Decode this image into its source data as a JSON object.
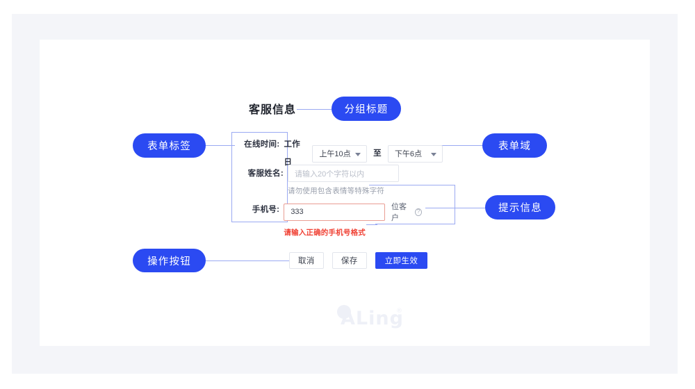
{
  "section": {
    "title": "客服信息"
  },
  "annotations": {
    "group_title": "分组标题",
    "form_label": "表单标签",
    "form_field": "表单域",
    "hint_message": "提示信息",
    "action_buttons": "操作按钮"
  },
  "form": {
    "rows": [
      {
        "label": "在线时间:",
        "static_text": "工作日",
        "start_time": "上午10点",
        "separator": "至",
        "end_time": "下午6点"
      },
      {
        "label": "客服姓名:",
        "placeholder": "请输入20个字符以内",
        "value": "",
        "helper": "请勿使用包含表情等特殊字符"
      },
      {
        "label": "手机号:",
        "value": "333",
        "suffix": "位客户",
        "suffix_icon": "question-circle-icon",
        "error": "请输入正确的手机号格式"
      }
    ]
  },
  "buttons": {
    "cancel": "取消",
    "save": "保存",
    "apply": "立即生效"
  },
  "watermark": {
    "text": "ALing",
    "mark": "®"
  },
  "colors": {
    "accent": "#2B4AF2",
    "connector": "#9AA9F2",
    "error": "#F04134",
    "error_border": "#E99D93",
    "panel_bg": "#F4F5F9",
    "card_bg": "#FFFFFF",
    "border": "#E2E5EC",
    "text": "#2D3240",
    "placeholder": "#B9BEC9",
    "helper_text": "#9AA0AD"
  }
}
